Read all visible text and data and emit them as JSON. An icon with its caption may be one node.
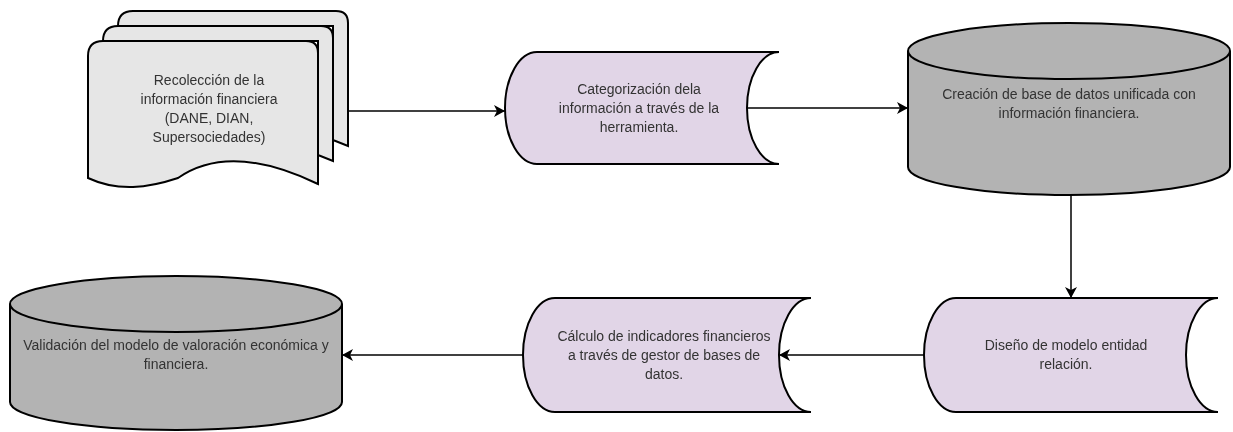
{
  "diagram": {
    "nodes": [
      {
        "text": [
          "Recolección de la información financiera (DANE, DIAN, Supersociedades)"
        ]
      },
      {
        "text": [
          "Categorización dela información a través de la herramienta."
        ]
      },
      {
        "text": [
          "Creación de base de datos unificada con información financiera."
        ]
      },
      {
        "text": [
          "Diseño de modelo entidad relación."
        ]
      },
      {
        "text": [
          "Cálculo de indicadores financieros a través de  gestor de bases de datos."
        ]
      },
      {
        "text": [
          "Validación del modelo de valoración económica y financiera."
        ]
      }
    ],
    "edges": [
      {
        "from": 0,
        "to": 1,
        "arrow": "to"
      },
      {
        "from": 1,
        "to": 2,
        "arrow": "to"
      },
      {
        "from": 2,
        "to": 3,
        "arrow": "to"
      },
      {
        "from": 3,
        "to": 4,
        "arrow": "to"
      },
      {
        "from": 4,
        "to": 5,
        "arrow": "to"
      }
    ]
  }
}
